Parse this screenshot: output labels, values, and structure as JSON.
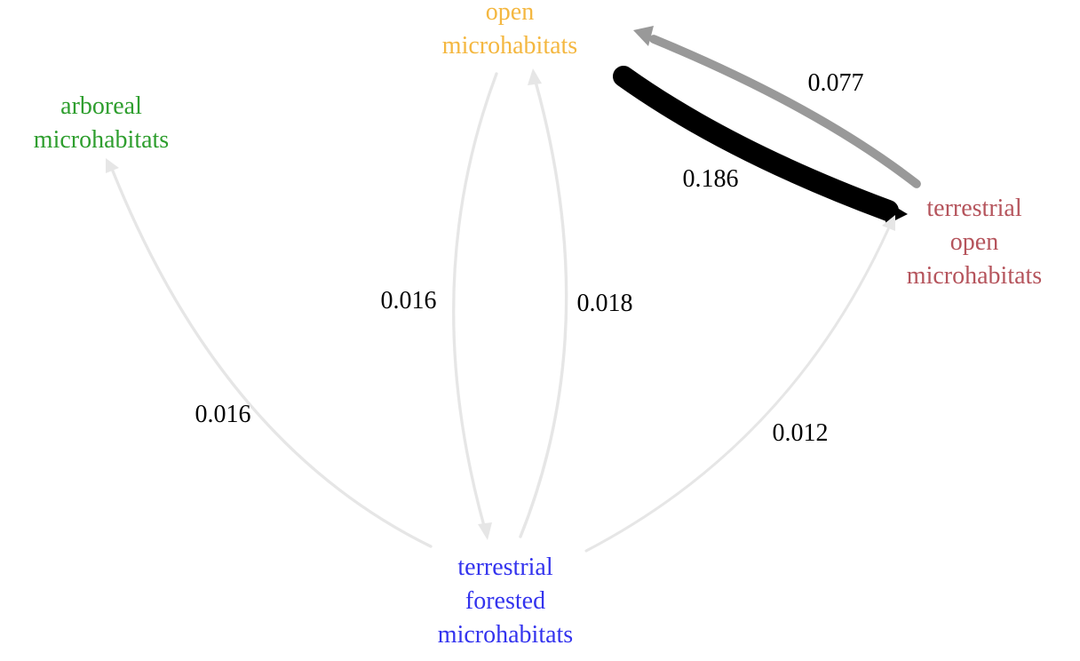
{
  "nodes": {
    "open": {
      "lines": [
        "open",
        "microhabitats"
      ],
      "color": "#F4B740"
    },
    "arboreal": {
      "lines": [
        "arboreal",
        "microhabitats"
      ],
      "color": "#2E9E2E"
    },
    "terrestrial_open": {
      "lines": [
        "terrestrial",
        "open",
        "microhabitats"
      ],
      "color": "#B5545C"
    },
    "terrestrial_forested": {
      "lines": [
        "terrestrial",
        "forested",
        "microhabitats"
      ],
      "color": "#3333EE"
    }
  },
  "edges": [
    {
      "id": "open-to-terrestrial-open",
      "from": "open",
      "to": "terrestrial_open",
      "rate": 0.186,
      "label": "0.186",
      "color": "#000000"
    },
    {
      "id": "terrestrial-open-to-open",
      "from": "terrestrial_open",
      "to": "open",
      "rate": 0.077,
      "label": "0.077",
      "color": "#999999"
    },
    {
      "id": "open-to-terrestrial-forested",
      "from": "open",
      "to": "terrestrial_forested",
      "rate": 0.016,
      "label": "0.016",
      "color": "#E6E6E6"
    },
    {
      "id": "terrestrial-forested-to-open",
      "from": "terrestrial_forested",
      "to": "open",
      "rate": 0.018,
      "label": "0.018",
      "color": "#E6E6E6"
    },
    {
      "id": "terrestrial-forested-to-arboreal",
      "from": "terrestrial_forested",
      "to": "arboreal",
      "rate": 0.016,
      "label": "0.016",
      "color": "#E6E6E6"
    },
    {
      "id": "terrestrial-forested-to-terrestrial-open",
      "from": "terrestrial_forested",
      "to": "terrestrial_open",
      "rate": 0.012,
      "label": "0.012",
      "color": "#E6E6E6"
    }
  ]
}
